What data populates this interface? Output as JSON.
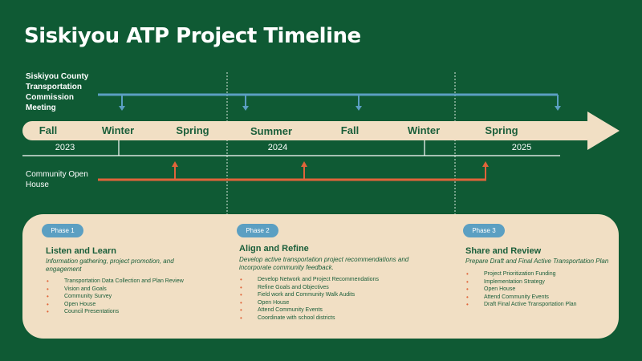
{
  "title": "Siskiyou ATP Project Timeline",
  "labels": {
    "meeting": "Siskiyou County Transportation Commission Meeting",
    "community": "Community Open House"
  },
  "seasons": [
    "Fall",
    "Winter",
    "Spring",
    "Summer",
    "Fall",
    "Winter",
    "Spring"
  ],
  "years": [
    "2023",
    "2024",
    "2025"
  ],
  "colors": {
    "background": "#0f5a34",
    "arrow": "#f1dfc4",
    "meeting_line": "#5b9fc2",
    "community_line": "#e0643a",
    "text_dark": "#1a5e3a"
  },
  "phases": [
    {
      "pill": "Phase 1",
      "title": "Listen and Learn",
      "subtitle": "Information gathering, project promotion, and engagement",
      "items": [
        "Transportation Data Collection and Plan Review",
        "Vision and Goals",
        "Community Survey",
        "Open House",
        "Council Presentations"
      ]
    },
    {
      "pill": "Phase 2",
      "title": "Align and Refine",
      "subtitle": "Develop active transportation project recommendations and incorporate community feedback.",
      "items": [
        "Develop Network and Project Recommendations",
        "Refine Goals and Objectives",
        "Field work and Community Walk Audits",
        "Open House",
        "Attend Community Events",
        "Coordinate with school districts"
      ]
    },
    {
      "pill": "Phase 3",
      "title": "Share and Review",
      "subtitle": "Prepare Draft and Final Active Transportation Plan",
      "items": [
        "Project Prioritization Funding",
        "Implementation Strategy",
        "Open House",
        "Attend Community Events",
        "Draft Final Active Transportation Plan"
      ]
    }
  ]
}
